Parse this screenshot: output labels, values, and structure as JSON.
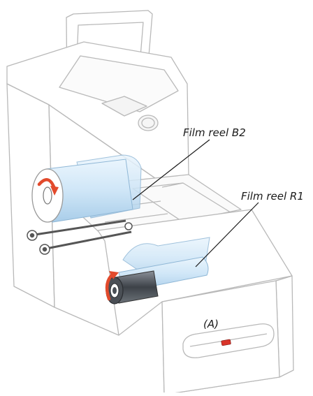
{
  "labels": {
    "film_reel_b2": "Film reel B2",
    "film_reel_r1": "Film reel R1",
    "marker_a": "(A)"
  },
  "colors": {
    "outline": "#b9b9b9",
    "outline_dark": "#6f6f6f",
    "film_blue": "#cfe6f7",
    "film_blue_dark": "#8fb7d6",
    "arrow_red": "#e24a2c",
    "indicator_red": "#d9342a",
    "roll_dark": "#4a4f55"
  },
  "icons": {
    "rotation_arrow_b2": "curved-arrow-icon",
    "rotation_arrow_r1": "curved-arrow-icon",
    "indicator": "red-indicator-icon"
  }
}
